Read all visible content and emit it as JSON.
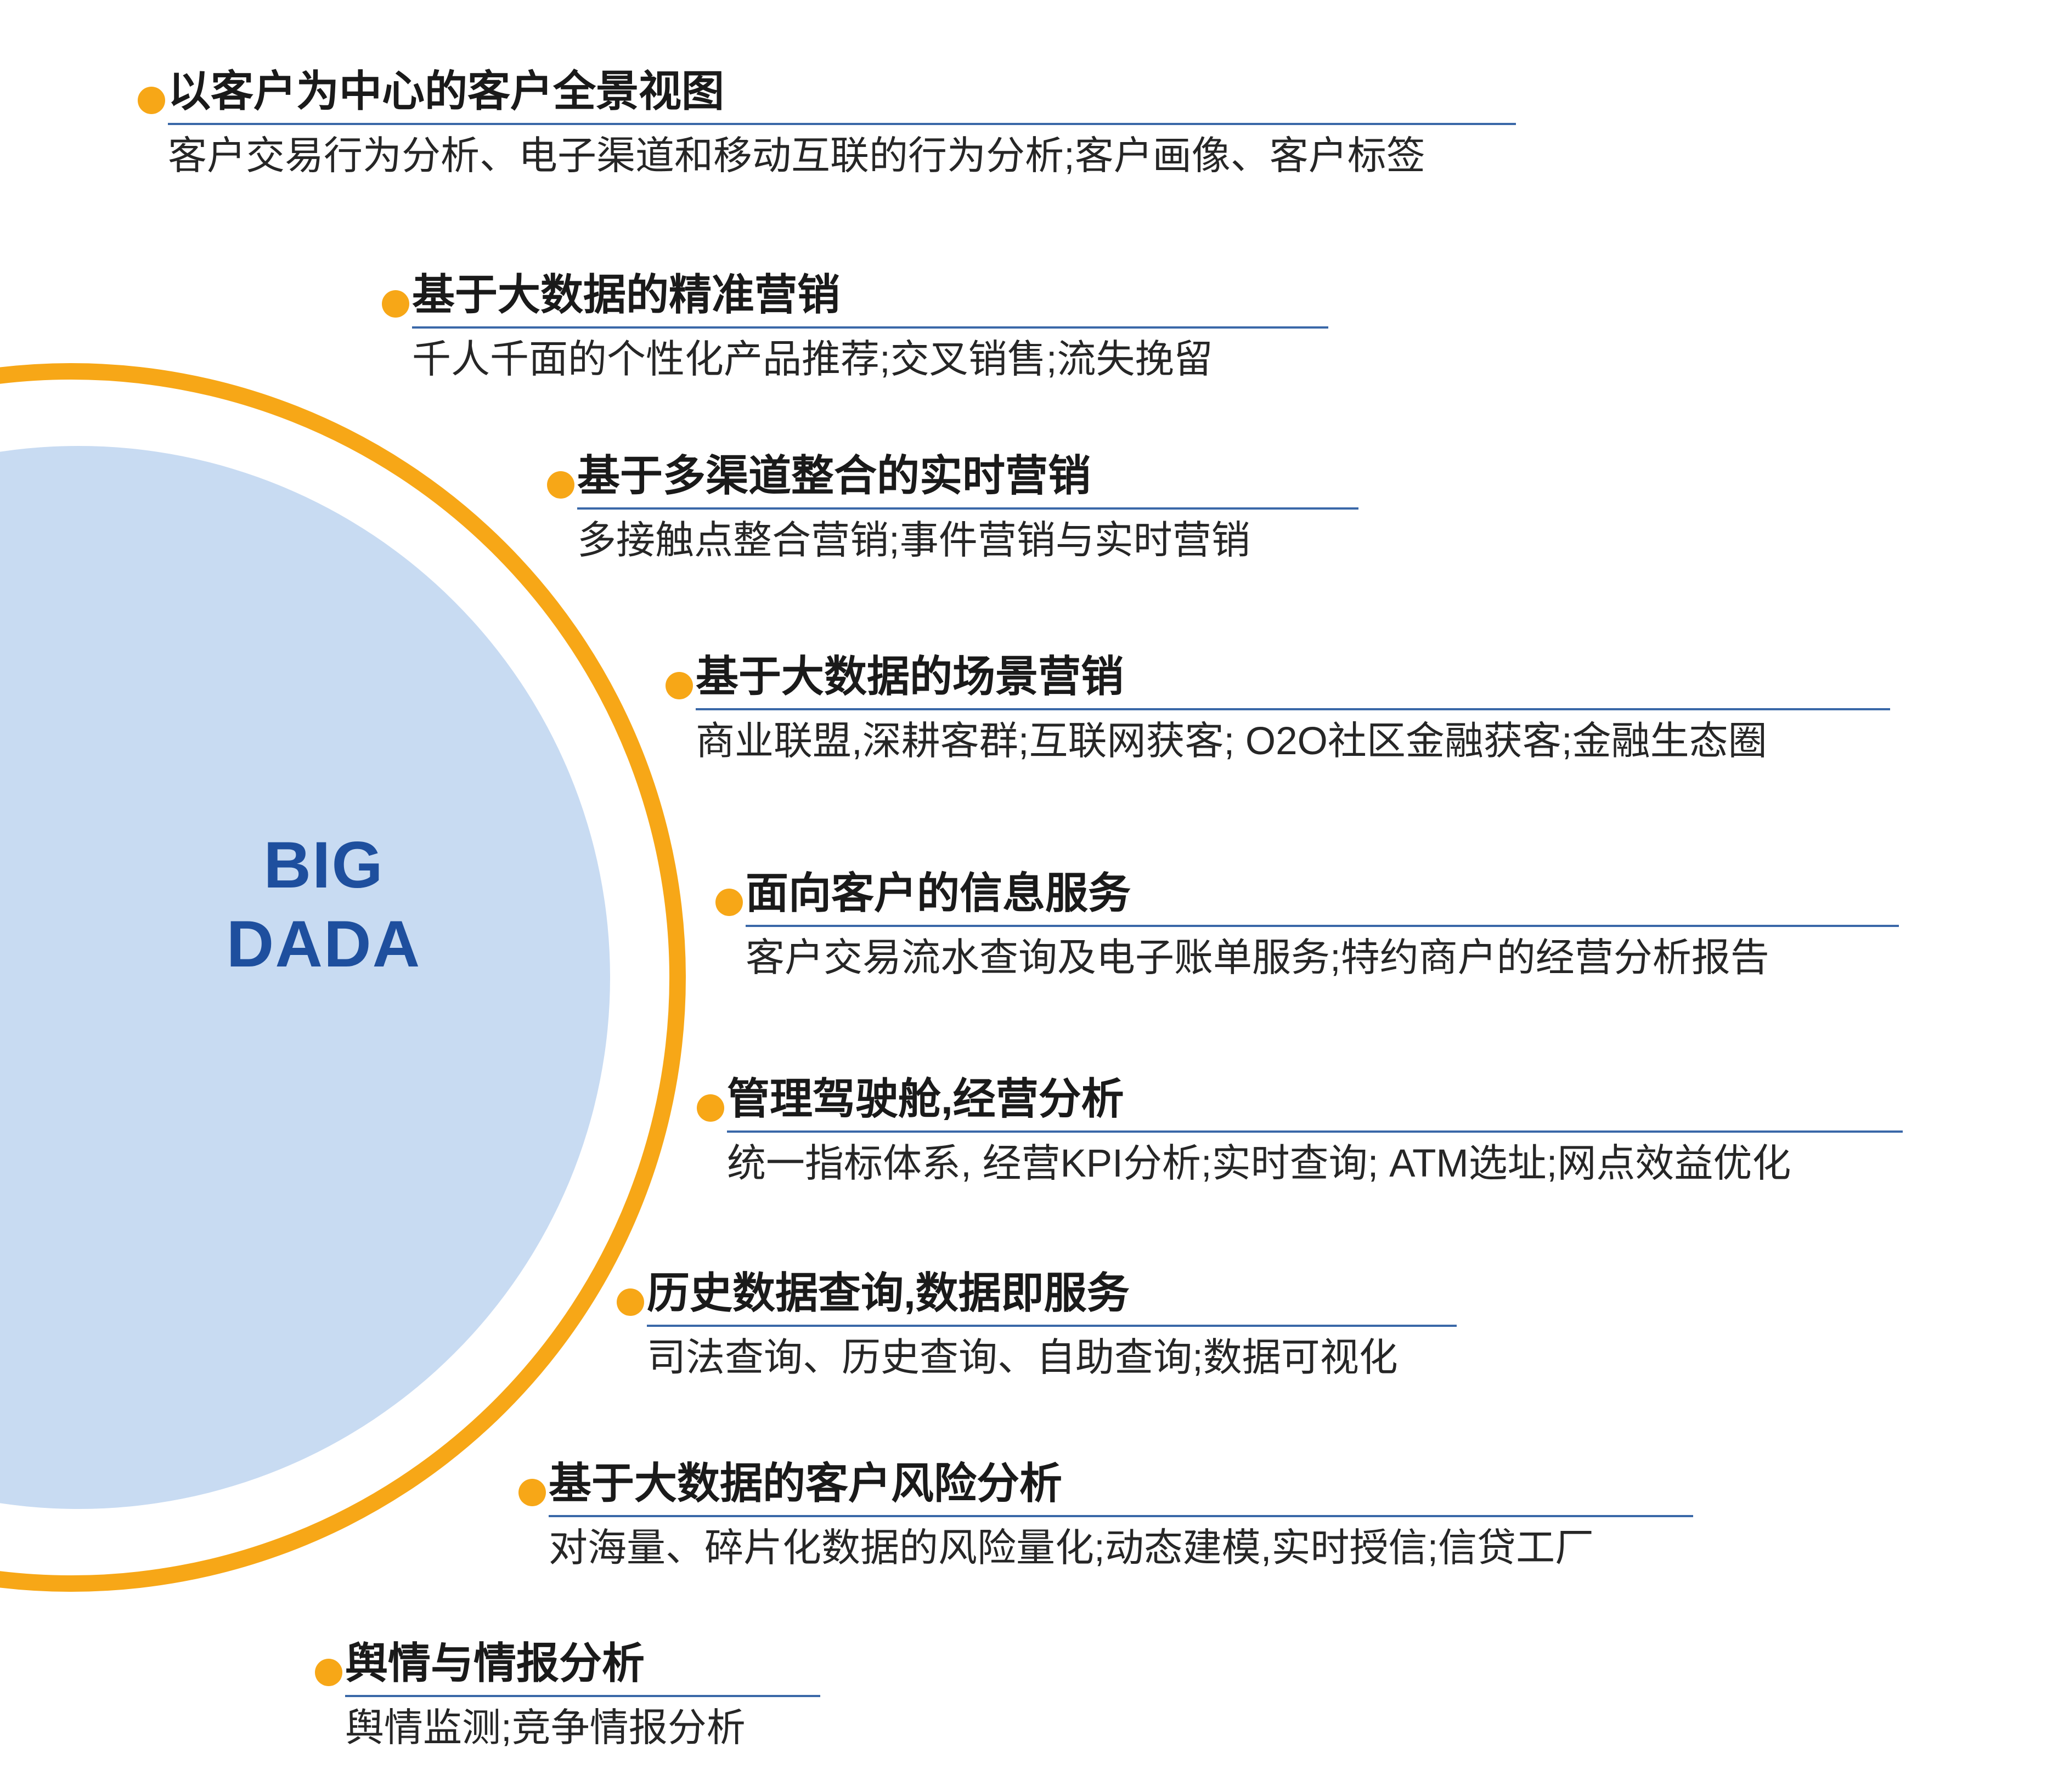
{
  "center": {
    "line1": "BIG",
    "line2": "DADA",
    "color": "#1e4f9e"
  },
  "colors": {
    "accent_orange": "#f7a717",
    "circle_fill": "#c8dbf2",
    "underline_blue": "#3a68a8",
    "title_text": "#1a1a1a",
    "subtitle_text": "#262626",
    "background": "#ffffff"
  },
  "items": [
    {
      "title": "以客户为中心的客户全景视图",
      "subtitle": "客户交易行为分析、电子渠道和移动互联的行为分析;客户画像、客户标签"
    },
    {
      "title": "基于大数据的精准营销",
      "subtitle": "千人千面的个性化产品推荐;交叉销售;流失挽留"
    },
    {
      "title": "基于多渠道整合的实时营销",
      "subtitle": "多接触点整合营销;事件营销与实时营销"
    },
    {
      "title": "基于大数据的场景营销",
      "subtitle": "商业联盟,深耕客群;互联网获客; O2O社区金融获客;金融生态圈"
    },
    {
      "title": "面向客户的信息服务",
      "subtitle": "客户交易流水查询及电子账单服务;特约商户的经营分析报告"
    },
    {
      "title": "管理驾驶舱,经营分析",
      "subtitle": "统一指标体系, 经营KPI分析;实时查询; ATM选址;网点效益优化"
    },
    {
      "title": "历史数据查询,数据即服务",
      "subtitle": "司法查询、历史查询、自助查询;数据可视化"
    },
    {
      "title": "基于大数据的客户风险分析",
      "subtitle": "对海量、碎片化数据的风险量化;动态建模,实时授信;信贷工厂"
    },
    {
      "title": "舆情与情报分析",
      "subtitle": "舆情监测;竞争情报分析"
    }
  ]
}
